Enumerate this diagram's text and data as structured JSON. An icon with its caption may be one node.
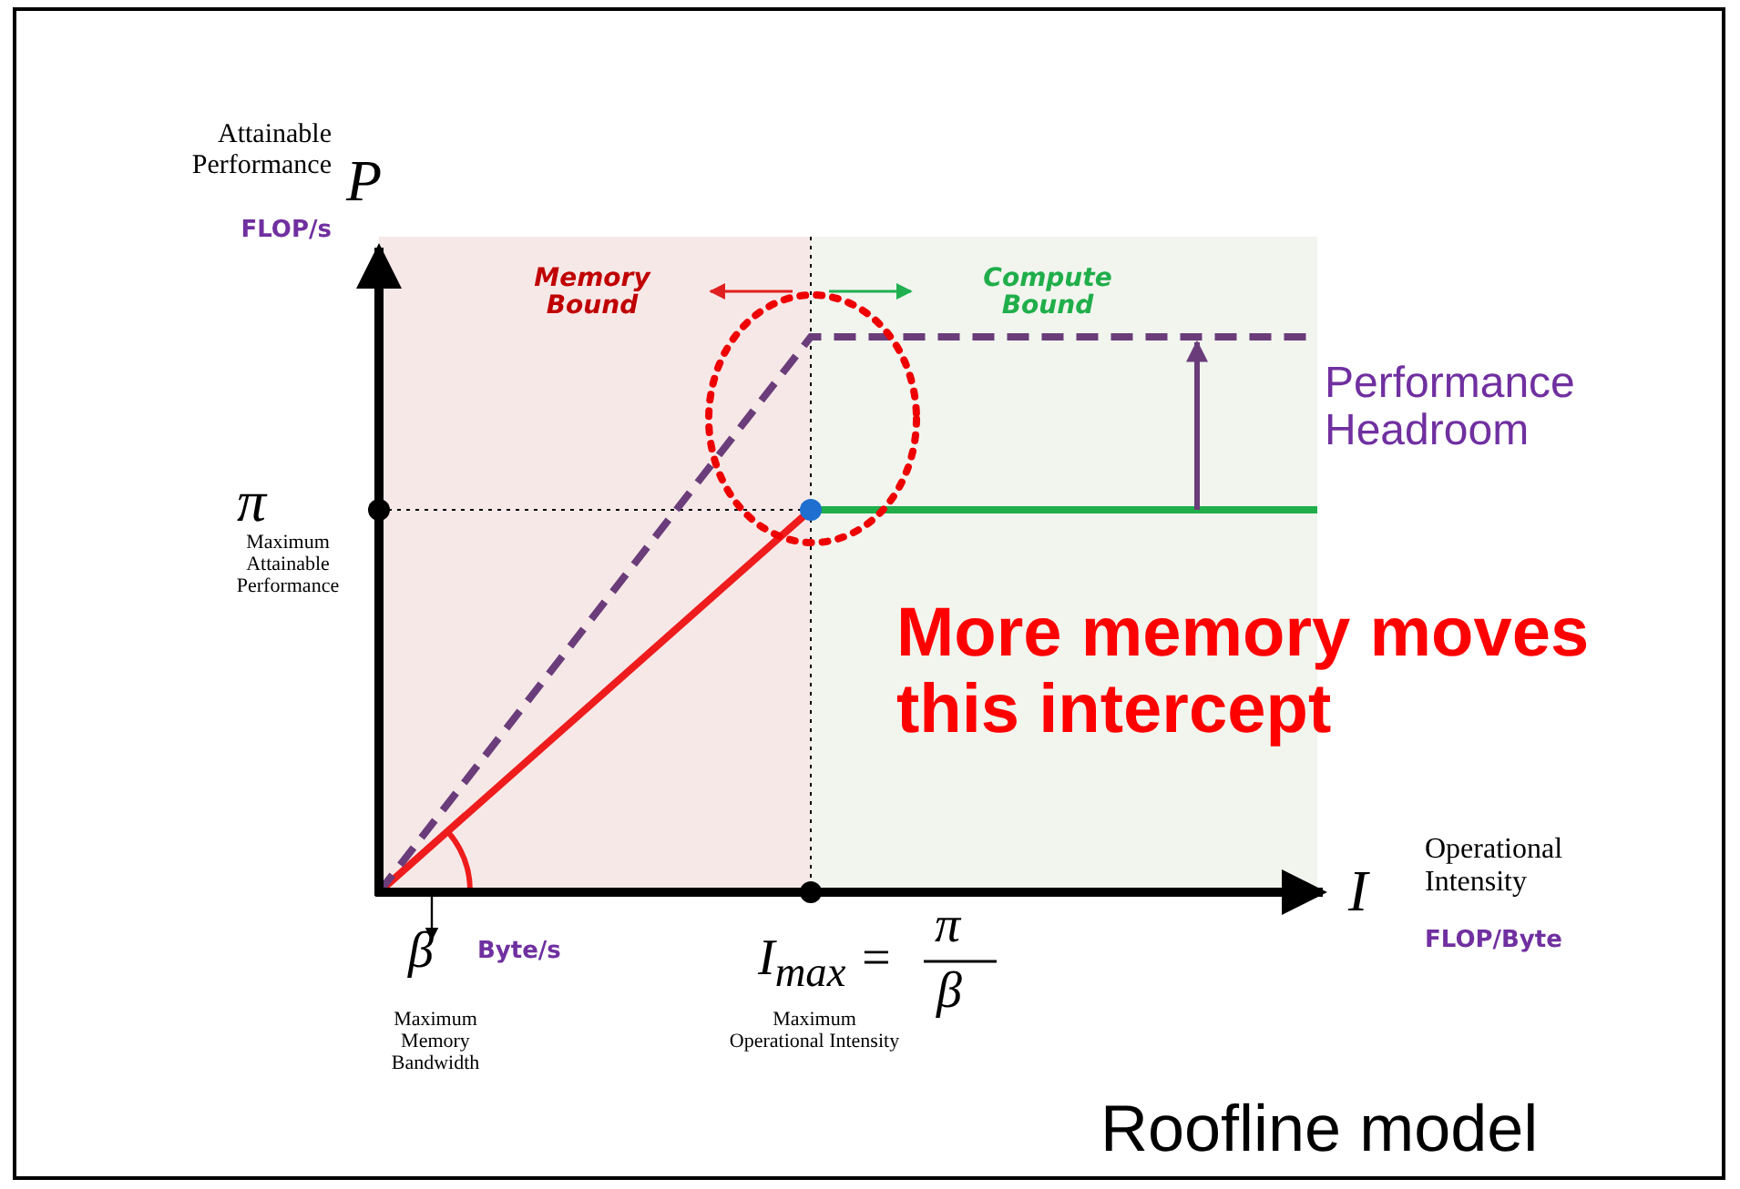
{
  "diagram": {
    "caption": "Roofline model",
    "labels": [
      "Attainable Performance",
      "P",
      "FLOP/s",
      "Memory Bound",
      "Compute Bound",
      "Performance Headroom",
      "π",
      "Maximum Attainable Performance",
      "More memory moves this intercept",
      "Operational Intensity",
      "I",
      "FLOP/Byte",
      "β",
      "Byte/s",
      "I$_{max}$ =",
      "π",
      "β",
      "Maximum Memory Bandwidth",
      "Maximum Operational Intensity"
    ]
  }
}
